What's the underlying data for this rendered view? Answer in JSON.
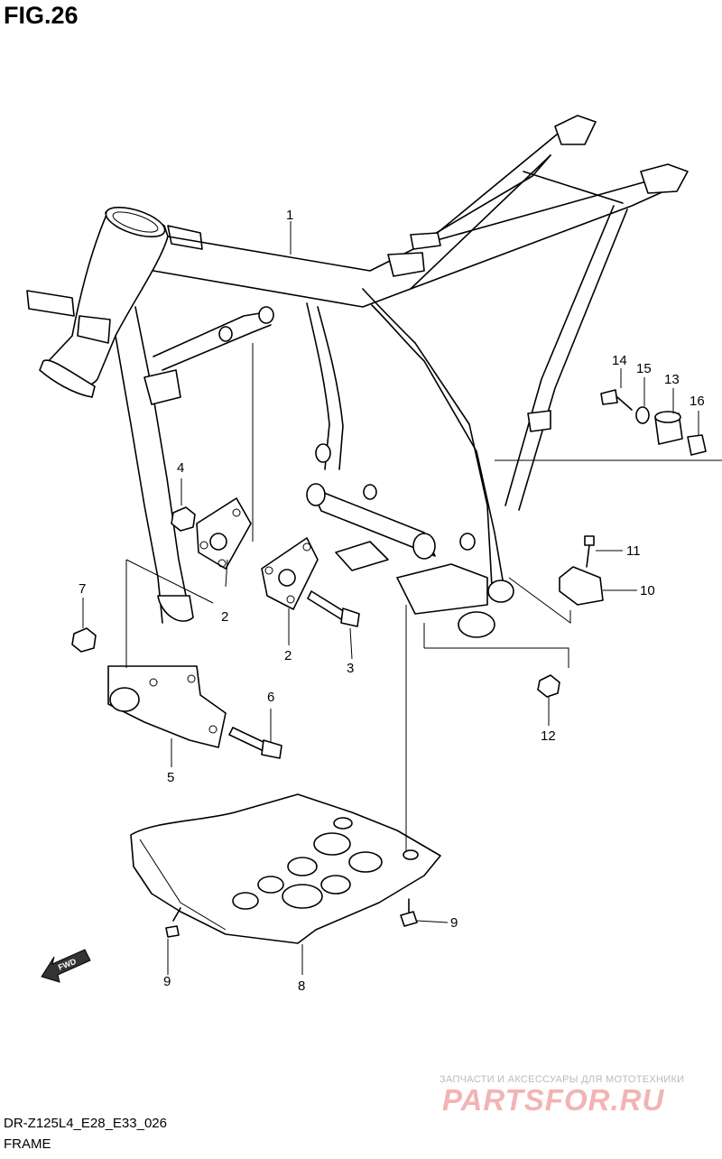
{
  "figure": {
    "title": "FIG.26",
    "model_code": "DR-Z125L4_E28_E33_026",
    "section_name": "FRAME"
  },
  "callouts": [
    "1",
    "2",
    "2",
    "3",
    "4",
    "5",
    "6",
    "7",
    "8",
    "9",
    "9",
    "10",
    "11",
    "12",
    "13",
    "14",
    "15",
    "16"
  ],
  "fwd_label": "FWD",
  "watermark": {
    "caption": "ЗАПЧАСТИ И АКСЕССУАРЫ ДЛЯ МОТОТЕХНИКИ",
    "brand": "PARTSFOR.RU"
  }
}
